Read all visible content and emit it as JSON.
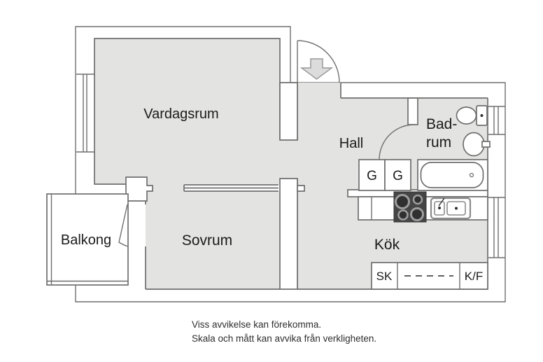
{
  "floorplan": {
    "rooms": {
      "living": "Vardagsrum",
      "hall": "Hall",
      "bathroom_line1": "Bad-",
      "bathroom_line2": "rum",
      "bedroom": "Sovrum",
      "kitchen": "Kök",
      "balcony": "Balkong"
    },
    "cabinets": {
      "wardrobe1": "G",
      "wardrobe2": "G",
      "cleaning_cabinet": "SK",
      "fridge_freezer": "K/F"
    },
    "footer": {
      "line1": "Viss avvikelse kan förekomma.",
      "line2": "Skala och mått kan avvika från verkligheten."
    },
    "icons": {
      "entrance-arrow-icon": "down-arrow",
      "toilet-icon": "toilet plan symbol",
      "washbasin-icon": "round basin plan symbol",
      "bathtub-icon": "bathtub plan symbol",
      "stove-icon": "4-burner cooktop plan symbol",
      "kitchen-sink-icon": "double-basin sink plan symbol",
      "window-icon": "double-line window symbol",
      "door-arc-icon": "door swing arc"
    }
  },
  "colors": {
    "floor_fill": "#e3e3e1",
    "wall_line": "#6f6f6f",
    "stove_fill": "#454545",
    "arrow_fill": "#dcdcdc",
    "text_color": "#1a1a1a",
    "footer_color": "#2e2e2e"
  }
}
